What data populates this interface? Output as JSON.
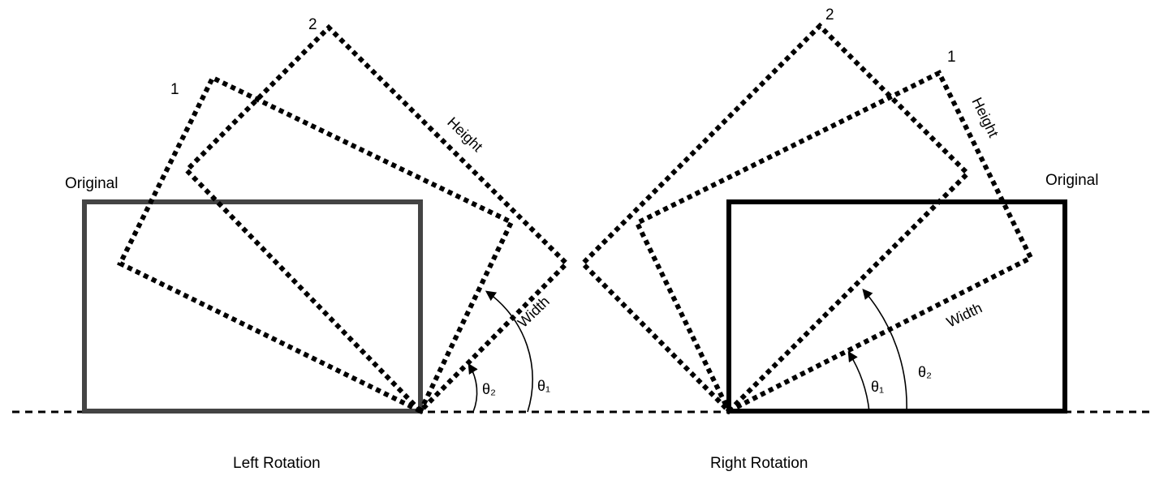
{
  "colors": {
    "left_original_stroke": "#444444",
    "right_original_stroke": "#000000",
    "rotated_stroke": "#000000",
    "background": "#ffffff"
  },
  "left_panel": {
    "caption": "Left Rotation",
    "original_label": "Original",
    "rect1_label": "1",
    "rect2_label": "2",
    "height_label": "Height",
    "width_label": "Width",
    "theta1_label": "θ₁",
    "theta2_label": "θ₂"
  },
  "right_panel": {
    "caption": "Right Rotation",
    "original_label": "Original",
    "rect1_label": "1",
    "rect2_label": "2",
    "height_label": "Height",
    "width_label": "Width",
    "theta1_label": "θ₁",
    "theta2_label": "θ₂"
  }
}
